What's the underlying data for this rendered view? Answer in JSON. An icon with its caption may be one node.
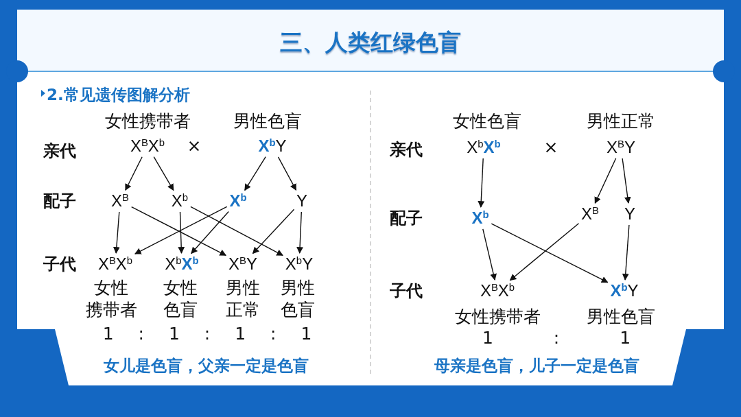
{
  "diagram": {
    "title": "三、人类红绿色盲",
    "nodes": [
      {
        "text": [
          "X$^{B}$X$^{b}$"
        ],
        "beside": [
          "女性携带者"
        ]
      },
      {
        "text": [
          "**X$^{b}$**Y"
        ],
        "beside": [
          "男性色盲"
        ]
      },
      {
        "text": [
          "X$^{B}$"
        ]
      },
      {
        "text": [
          "X$^{b}$"
        ]
      },
      {
        "text": [
          "X$^{b}$"
        ]
      },
      {
        "text": [
          "Y"
        ]
      },
      {
        "text": [
          "X$^{B}$X$^{b}$"
        ],
        "beside": [
          "女性携带者"
        ]
      },
      {
        "text": [
          "X$^{b}$**X$^{b}$**"
        ],
        "beside": [
          "女性色盲"
        ]
      },
      {
        "text": [
          "X$^{B}$Y"
        ],
        "beside": [
          "男性正常"
        ]
      },
      {
        "text": [
          "X$^{b}$Y"
        ],
        "beside": [
          "男性色盲"
        ]
      },
      {
        "text": [
          "X$^{b}$**X$^{b}$**"
        ],
        "beside": [
          "女性色盲"
        ]
      },
      {
        "text": [
          "X$^{B}$Y"
        ],
        "beside": [
          "男性正常"
        ]
      },
      {
        "text": [
          "X$^{b}$"
        ]
      },
      {
        "text": [
          "X$^{B}$"
        ]
      },
      {
        "text": [
          "Y"
        ]
      },
      {
        "text": [
          "X$^{B}$X$^{b}$"
        ],
        "beside": [
          "女性携带者"
        ]
      },
      {
        "text": [
          "**X$^{b}$**Y"
        ],
        "beside": [
          "男性色盲"
        ]
      }
    ],
    "edges": [
      {
        "from": 0,
        "to": 2,
        "arrow": "to"
      },
      {
        "from": 0,
        "to": 3,
        "arrow": "to"
      },
      {
        "from": 1,
        "to": 4,
        "arrow": "to"
      },
      {
        "from": 1,
        "to": 5,
        "arrow": "to"
      },
      {
        "from": 2,
        "to": 6,
        "arrow": "to"
      },
      {
        "from": 2,
        "to": 8,
        "arrow": "to"
      },
      {
        "from": 3,
        "to": 7,
        "arrow": "to"
      },
      {
        "from": 3,
        "to": 9,
        "arrow": "to"
      },
      {
        "from": 4,
        "to": 6,
        "arrow": "to"
      },
      {
        "from": 4,
        "to": 7,
        "arrow": "to"
      },
      {
        "from": 5,
        "to": 8,
        "arrow": "to"
      },
      {
        "from": 5,
        "to": 9,
        "arrow": "to"
      },
      {
        "from": 10,
        "to": 12,
        "arrow": "to"
      },
      {
        "from": 11,
        "to": 13,
        "arrow": "to"
      },
      {
        "from": 11,
        "to": 14,
        "arrow": "to"
      },
      {
        "from": 12,
        "to": 15,
        "arrow": "to"
      },
      {
        "from": 12,
        "to": 16,
        "arrow": "to"
      },
      {
        "from": 13,
        "to": 15,
        "arrow": "to"
      },
      {
        "from": 14,
        "to": 16,
        "arrow": "to"
      }
    ],
    "labels": [
      "2.常见遗传图解分析",
      "亲代",
      "×",
      "配子",
      "子代",
      "1 : 1 : 1 : 1",
      "女儿是色盲，父亲一定是色盲",
      "亲代",
      "×",
      "配子",
      "子代",
      "1 : 1",
      "母亲是色盲，儿子一定是色盲"
    ]
  }
}
